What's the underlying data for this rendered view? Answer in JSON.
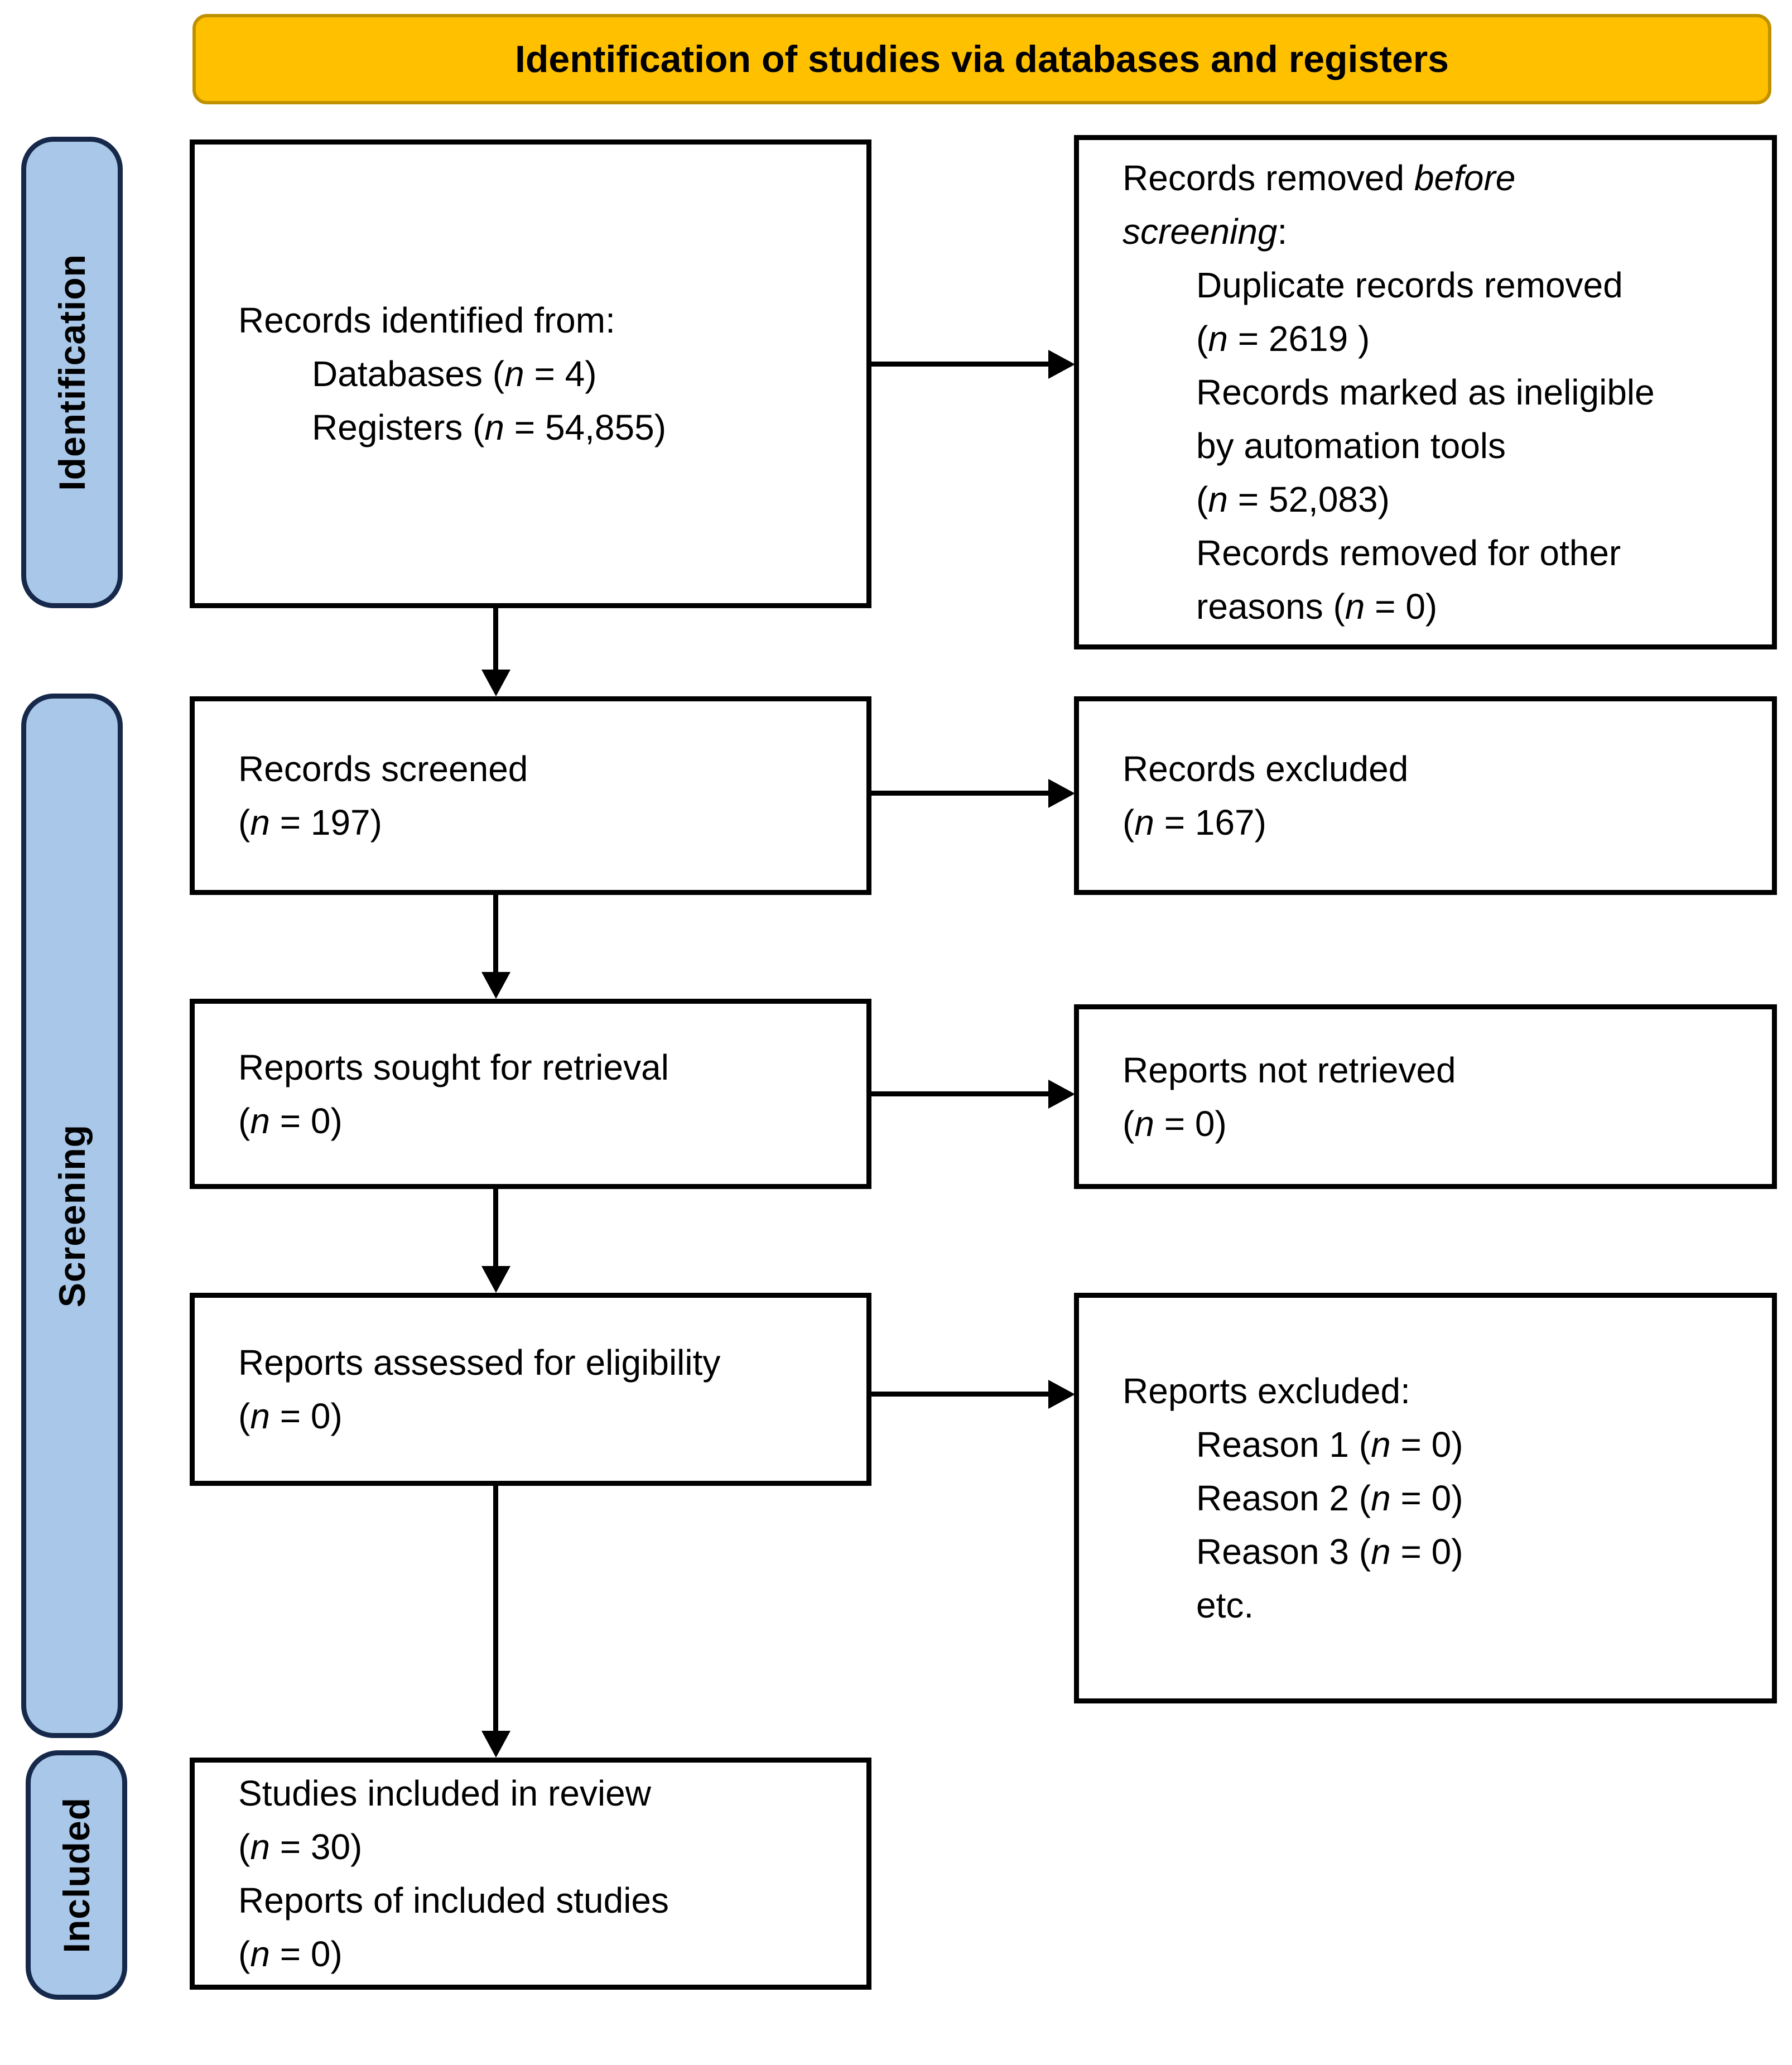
{
  "banner": {
    "title": "Identification of studies via databases and registers"
  },
  "sidebar": {
    "identification": "Identification",
    "screening": "Screening",
    "included": "Included"
  },
  "boxes": {
    "records_identified": {
      "lines": [
        {
          "text": "Records identified from:",
          "indent": 0
        },
        {
          "text": "Databases (*n* = 4)",
          "indent": 1
        },
        {
          "text": "Registers (*n* = 54,855)",
          "indent": 1
        }
      ]
    },
    "records_removed": {
      "lines": [
        {
          "text": "Records removed *before*",
          "indent": 0
        },
        {
          "text": "*screening*:",
          "indent": 0
        },
        {
          "text": "Duplicate records removed",
          "indent": 1
        },
        {
          "text": "(*n* = 2619 )",
          "indent": 1
        },
        {
          "text": "Records marked as ineligible",
          "indent": 1
        },
        {
          "text": "by automation tools",
          "indent": 1
        },
        {
          "text": "(*n* = 52,083)",
          "indent": 1
        },
        {
          "text": "Records removed for other",
          "indent": 1
        },
        {
          "text": "reasons (*n* = 0)",
          "indent": 1
        }
      ]
    },
    "records_screened": {
      "lines": [
        {
          "text": "Records screened",
          "indent": 0
        },
        {
          "text": "(*n* = 197)",
          "indent": 0
        }
      ]
    },
    "records_excluded": {
      "lines": [
        {
          "text": "Records excluded",
          "indent": 0
        },
        {
          "text": "(*n* = 167)",
          "indent": 0
        }
      ]
    },
    "reports_sought": {
      "lines": [
        {
          "text": "Reports sought for retrieval",
          "indent": 0
        },
        {
          "text": "(*n* = 0)",
          "indent": 0
        }
      ]
    },
    "reports_not_retrieved": {
      "lines": [
        {
          "text": "Reports not retrieved",
          "indent": 0
        },
        {
          "text": "(*n* = 0)",
          "indent": 0
        }
      ]
    },
    "reports_assessed": {
      "lines": [
        {
          "text": "Reports assessed for eligibility",
          "indent": 0
        },
        {
          "text": "(*n* = 0)",
          "indent": 0
        }
      ]
    },
    "reports_excluded": {
      "lines": [
        {
          "text": "Reports excluded:",
          "indent": 0
        },
        {
          "text": "Reason 1 (*n* = 0)",
          "indent": 1
        },
        {
          "text": "Reason 2 (*n* = 0)",
          "indent": 1
        },
        {
          "text": "Reason 3 (*n* = 0)",
          "indent": 1
        },
        {
          "text": "etc.",
          "indent": 1
        }
      ]
    },
    "studies_included": {
      "lines": [
        {
          "text": "Studies included in review",
          "indent": 0
        },
        {
          "text": "(*n* = 30)",
          "indent": 0
        },
        {
          "text": "Reports of included studies",
          "indent": 0
        },
        {
          "text": "(*n* = 0)",
          "indent": 0
        }
      ]
    }
  },
  "colors": {
    "banner_fill": "#FFC000",
    "banner_border": "#BF9000",
    "sidebar_fill": "#A9C7E8",
    "sidebar_border": "#16294B",
    "box_border": "#000000",
    "text": "#000000"
  }
}
